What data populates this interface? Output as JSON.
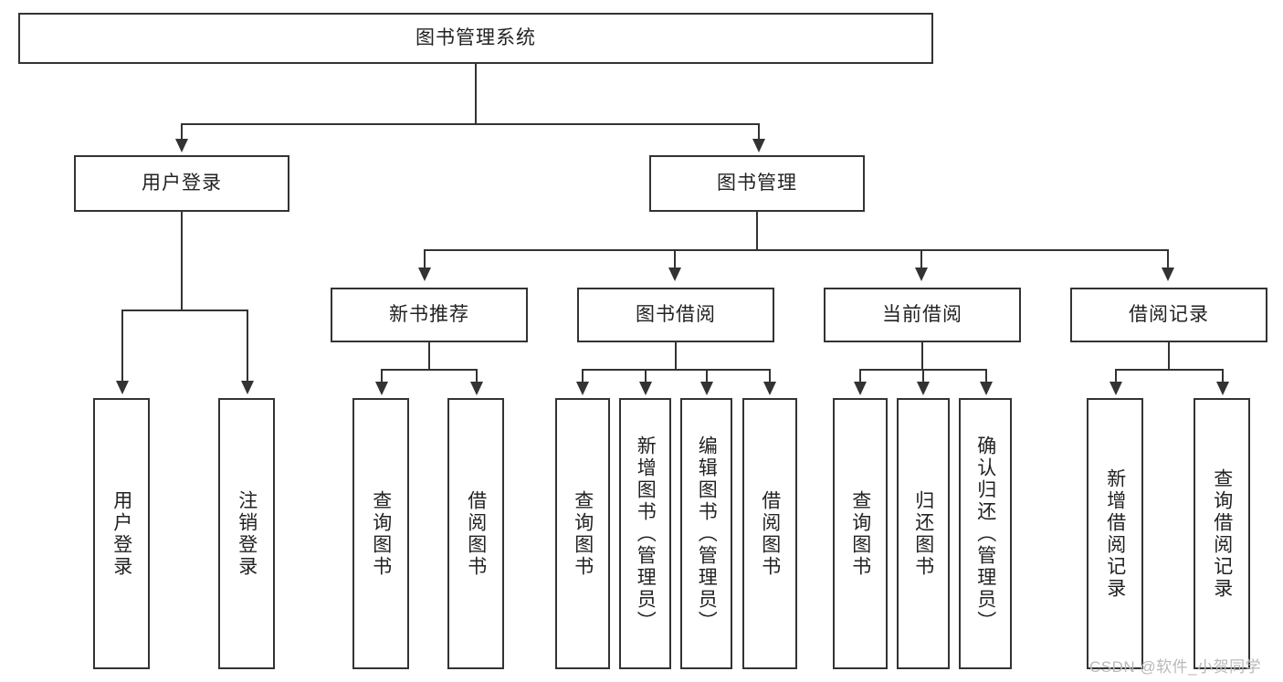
{
  "diagram": {
    "title": "图书管理系统",
    "type": "tree-hierarchy",
    "root": {
      "label": "图书管理系统"
    },
    "level2": [
      {
        "label": "用户登录"
      },
      {
        "label": "图书管理"
      }
    ],
    "level3": [
      {
        "label": "新书推荐"
      },
      {
        "label": "图书借阅"
      },
      {
        "label": "当前借阅"
      },
      {
        "label": "借阅记录"
      }
    ],
    "leaves": {
      "user_login": [
        {
          "label": "用户登录"
        },
        {
          "label": "注销登录"
        }
      ],
      "new_book_recommend": [
        {
          "label": "查询图书"
        },
        {
          "label": "借阅图书"
        }
      ],
      "book_borrow": [
        {
          "label": "查询图书"
        },
        {
          "label": "新增图书（管理员）"
        },
        {
          "label": "编辑图书（管理员）"
        },
        {
          "label": "借阅图书"
        }
      ],
      "current_borrow": [
        {
          "label": "查询图书"
        },
        {
          "label": "归还图书"
        },
        {
          "label": "确认归还（管理员）"
        }
      ],
      "borrow_record": [
        {
          "label": "新增借阅记录"
        },
        {
          "label": "查询借阅记录"
        }
      ]
    }
  },
  "watermark": {
    "text": "CSDN @软件_小贺同学"
  },
  "colors": {
    "stroke": "#333333",
    "background": "#ffffff",
    "text": "#222222",
    "watermark": "#b9b9b9"
  }
}
